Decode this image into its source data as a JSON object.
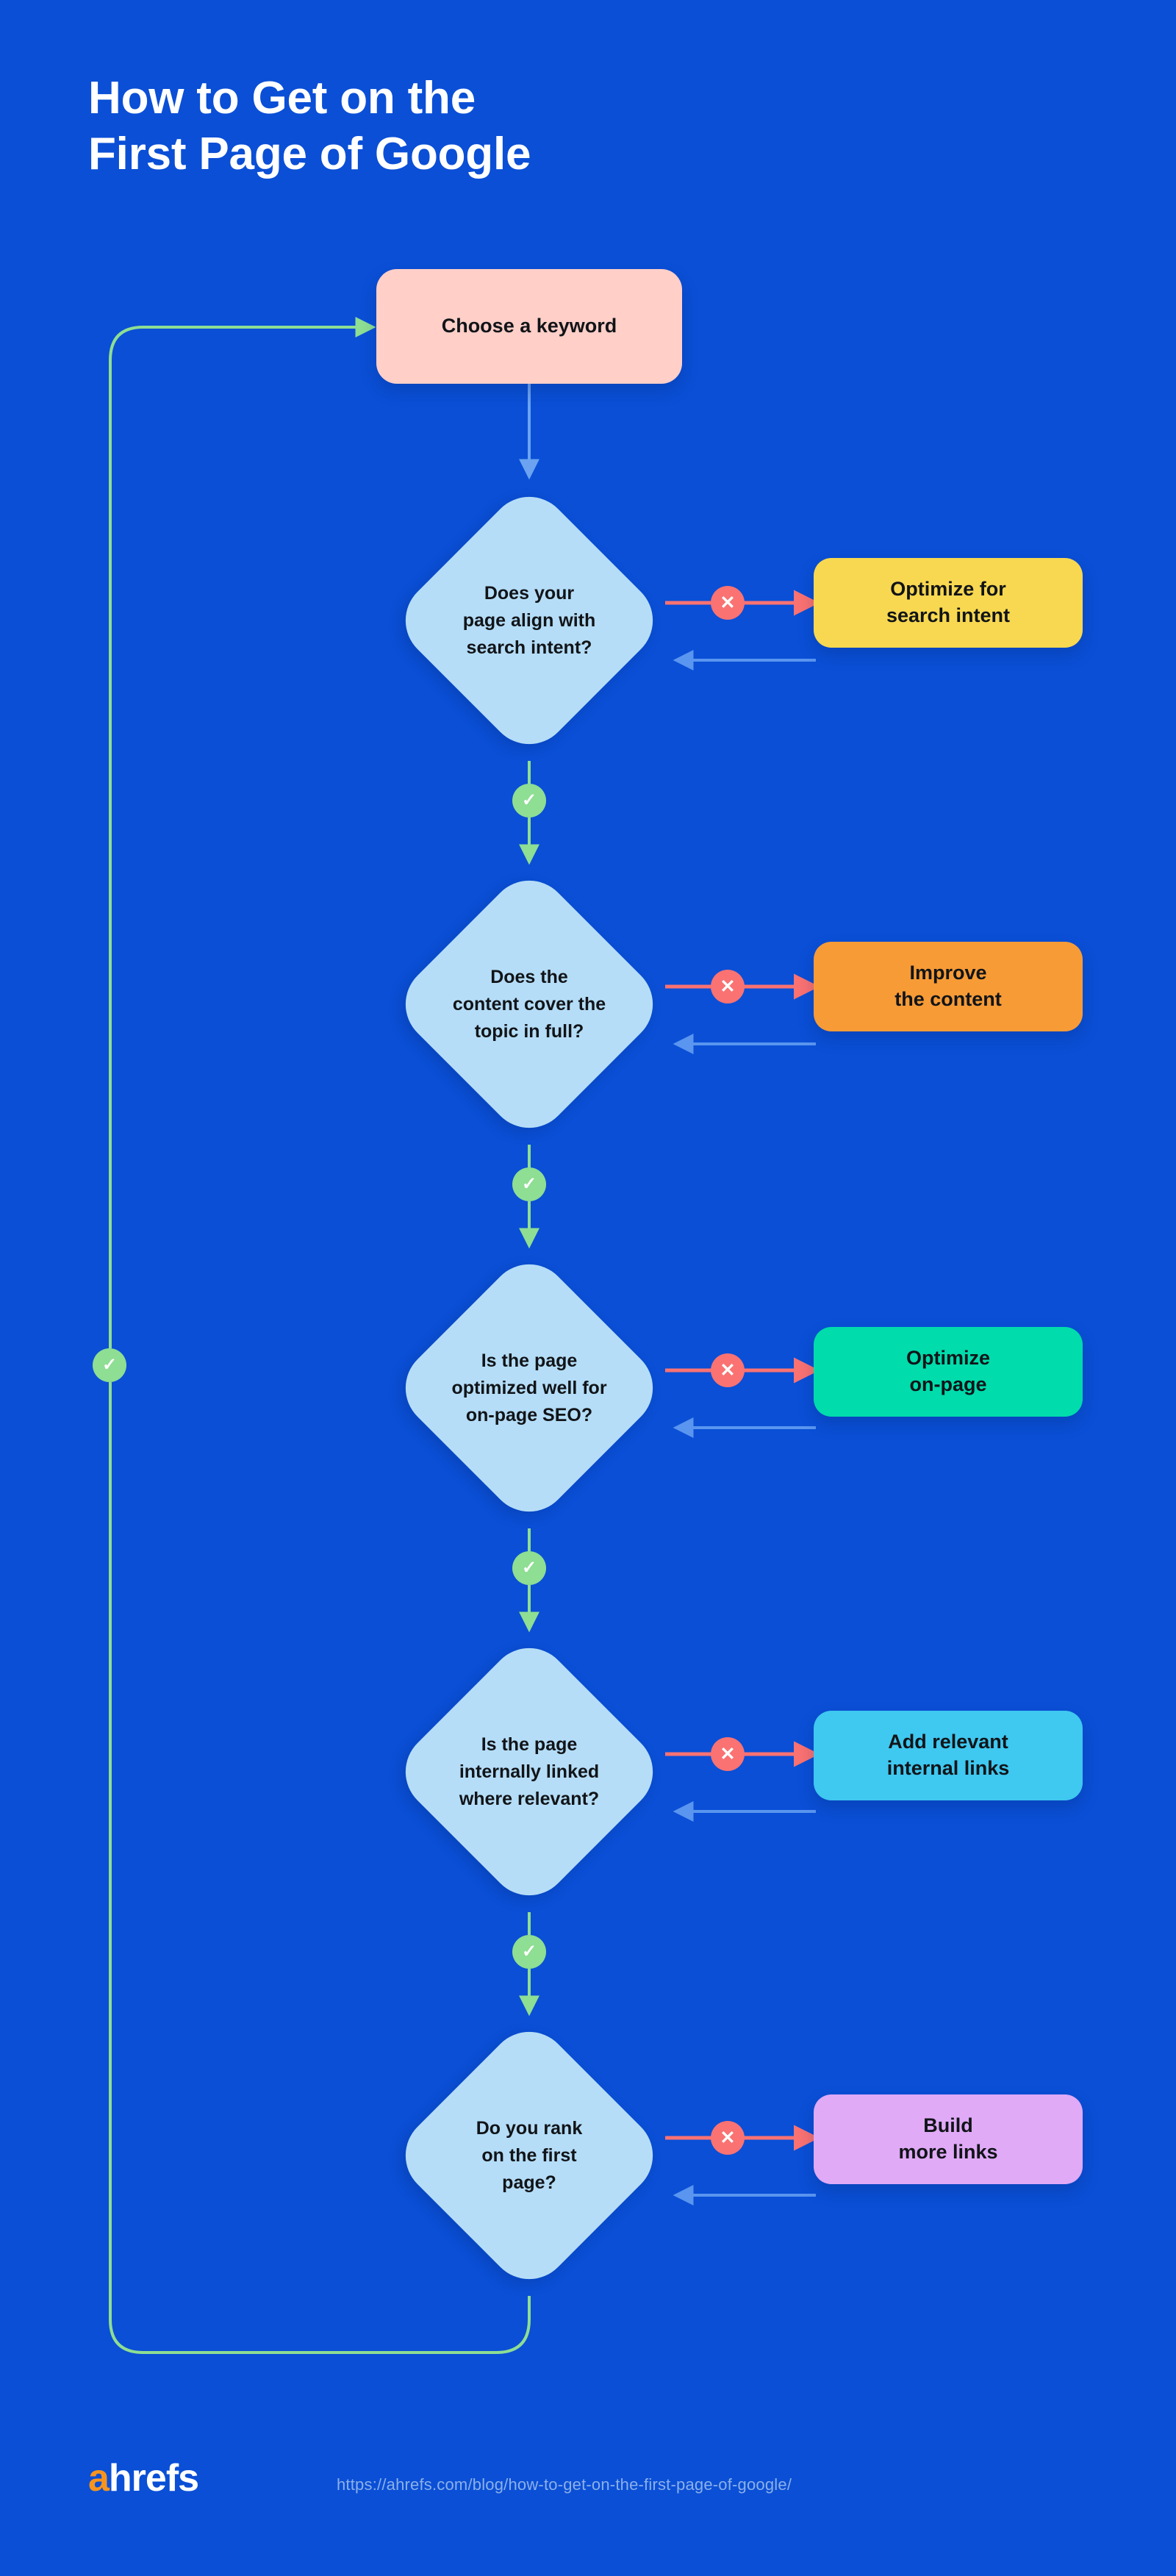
{
  "page": {
    "background_color": "#0a4fd6",
    "title_lines": [
      "How to Get on the",
      "First Page of Google"
    ]
  },
  "start": {
    "label": "Choose a keyword",
    "color": "#ffcfc8"
  },
  "steps": [
    {
      "question": "Does your\npage align with\nsearch intent?",
      "question_color": "#b5ddf7",
      "action": "Optimize for\nsearch intent",
      "action_color": "#f8d850",
      "no_badge": "✕",
      "yes_badge": "✓"
    },
    {
      "question": "Does the\ncontent cover the\ntopic in full?",
      "question_color": "#b5ddf7",
      "action": "Improve\nthe content",
      "action_color": "#f79b36",
      "no_badge": "✕",
      "yes_badge": "✓"
    },
    {
      "question": "Is the page\noptimized well for\non-page SEO?",
      "question_color": "#b5ddf7",
      "action": "Optimize\non-page",
      "action_color": "#00dcac",
      "no_badge": "✕",
      "yes_badge": "✓"
    },
    {
      "question": "Is the page\ninternally linked\nwhere relevant?",
      "question_color": "#b5ddf7",
      "action": "Add relevant\ninternal links",
      "action_color": "#3fc8f0",
      "no_badge": "✕",
      "yes_badge": "✓"
    },
    {
      "question": "Do you rank\non the first\npage?",
      "question_color": "#b5ddf7",
      "action": "Build\nmore links",
      "action_color": "#e0aaf7",
      "no_badge": "✕",
      "yes_badge": "✓"
    }
  ],
  "loop": {
    "badge": "✓",
    "line_color": "#8ede93",
    "description": "loop back to Choose a keyword"
  },
  "connectors": {
    "no_color": "#fa7272",
    "return_color": "#5a95ef",
    "yes_color": "#8ede93",
    "down_color": "#6ba3f0"
  },
  "footer": {
    "logo_a": "a",
    "logo_rest": "hrefs",
    "url": "https://ahrefs.com/blog/how-to-get-on-the-first-page-of-google/",
    "logo_accent": "#f7941e",
    "url_color": "#8cb0e8"
  }
}
